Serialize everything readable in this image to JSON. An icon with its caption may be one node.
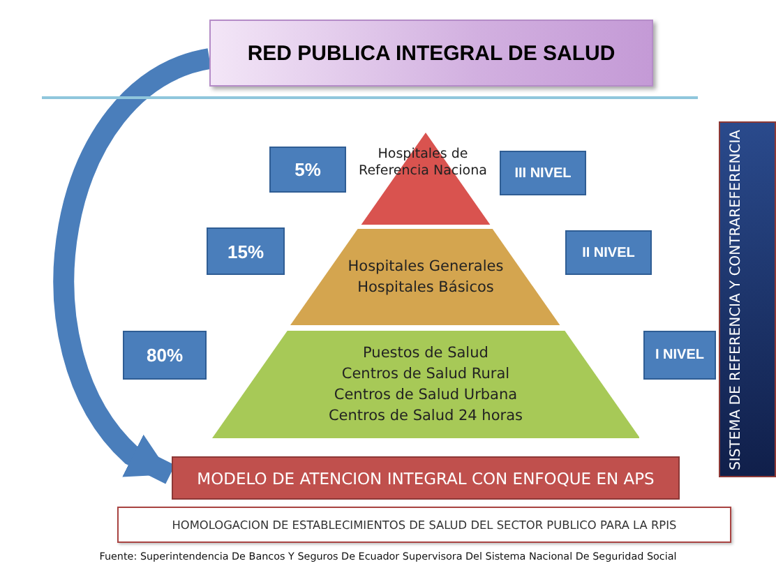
{
  "diagram": {
    "caption": "Fuente: Superintendencia De Bancos Y Seguros De Ecuador Supervisora Del Sistema Nacional De Seguridad Social",
    "nodes": [
      {
        "text": [
          "RED PUBLICA INTEGRAL DE SALUD"
        ]
      },
      {
        "text": [
          "5%"
        ]
      },
      {
        "text": [
          "Hospitales de Referencia Naciona"
        ]
      },
      {
        "text": [
          "III NIVEL"
        ]
      },
      {
        "text": [
          "15%"
        ]
      },
      {
        "text": [
          "Hospitales Generales",
          "Hospitales Básicos"
        ]
      },
      {
        "text": [
          "II NIVEL"
        ]
      },
      {
        "text": [
          "80%"
        ]
      },
      {
        "text": [
          "Puestos de Salud",
          "Centros de Salud Rural",
          "Centros de Salud Urbana",
          "Centros de Salud 24 horas"
        ]
      },
      {
        "text": [
          "I NIVEL"
        ]
      },
      {
        "text": [
          "MODELO DE ATENCION INTEGRAL CON ENFOQUE EN APS"
        ]
      },
      {
        "text": [
          "HOMOLOGACION DE ESTABLECIMIENTOS DE SALUD DEL SECTOR PUBLICO PARA LA RPIS"
        ]
      },
      {
        "text": [
          "SISTEMA DE REFERENCIA Y CONTRAREFERENCIA"
        ]
      }
    ],
    "edges": [
      {
        "from": 0,
        "to": 10,
        "arrow": "to"
      }
    ]
  }
}
